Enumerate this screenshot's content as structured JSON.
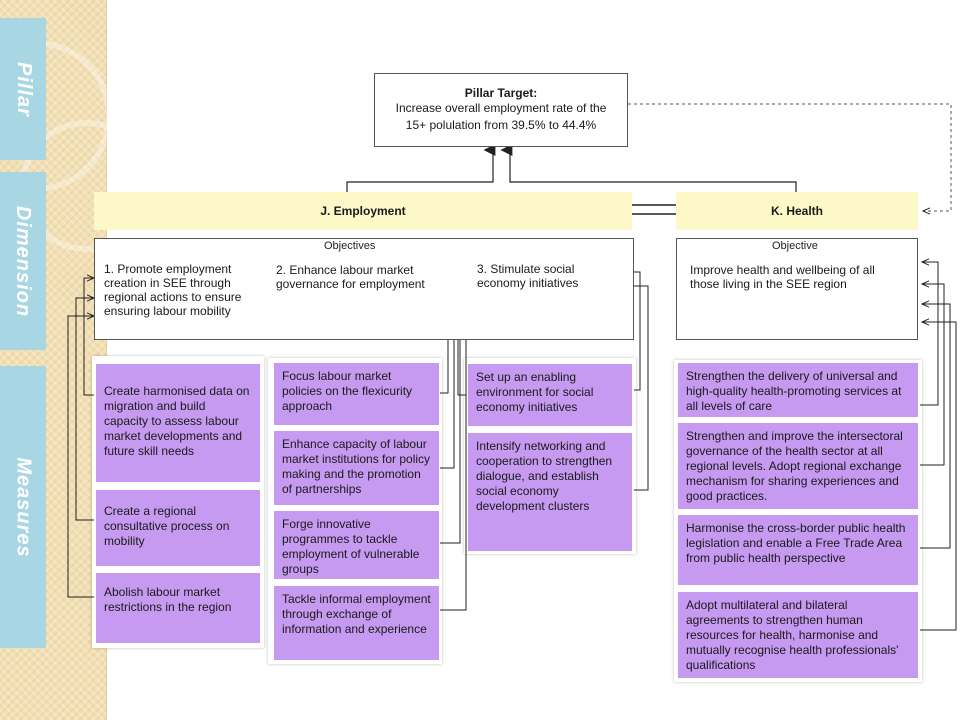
{
  "side_tabs": [
    {
      "id": "pillar",
      "label": "Pillar"
    },
    {
      "id": "dimension",
      "label": "Dimension"
    },
    {
      "id": "measures",
      "label": "Measures"
    }
  ],
  "pillar_target": {
    "title": "Pillar Target:",
    "line1": "Increase overall employment rate of the",
    "line2": "15+ polulation from 39.5% to 44.4%"
  },
  "dimensions": {
    "employment": "J. Employment",
    "health": "K. Health"
  },
  "employment_objectives": {
    "heading": "Objectives",
    "items": [
      "1. Promote employment creation in SEE through regional actions to ensure ensuring labour mobility",
      "2. Enhance labour market governance for employment",
      "3. Stimulate social economy initiatives"
    ]
  },
  "health_objective": {
    "heading": "Objective",
    "text": "Improve health and wellbeing of all those living in the SEE region"
  },
  "measures": {
    "col1": [
      "Create harmonised data on migration and build capacity to assess labour market developments and future skill needs",
      "Create a regional consultative process on mobility",
      "Abolish labour market restrictions in the region"
    ],
    "col2": [
      "Focus labour market policies on the flexicurity approach",
      "Enhance capacity of labour market institutions for policy making and the promotion of partnerships",
      "Forge innovative programmes to tackle employment of vulnerable groups",
      "Tackle informal employment through exchange of information and experience"
    ],
    "col3": [
      "Set up an enabling environment for social economy initiatives",
      "Intensify networking and cooperation to strengthen dialogue, and establish social economy development clusters"
    ],
    "col4": [
      "Strengthen the delivery of universal and high-quality health-promoting services at all levels of care",
      "Strengthen and improve the intersectoral governance of the health sector at all regional levels. Adopt regional exchange mechanism for sharing experiences and good practices.",
      "Harmonise the cross-border public health legislation and enable a Free Trade Area from public health perspective",
      "Adopt multilateral and bilateral agreements to strengthen human resources for health, harmonise and mutually recognise health professionals' qualifications"
    ]
  },
  "colors": {
    "tab": "#a9d6e3",
    "dimension_bar": "#fcf8c8",
    "measure": "#c59af0",
    "strip": "#f2dfb3"
  }
}
